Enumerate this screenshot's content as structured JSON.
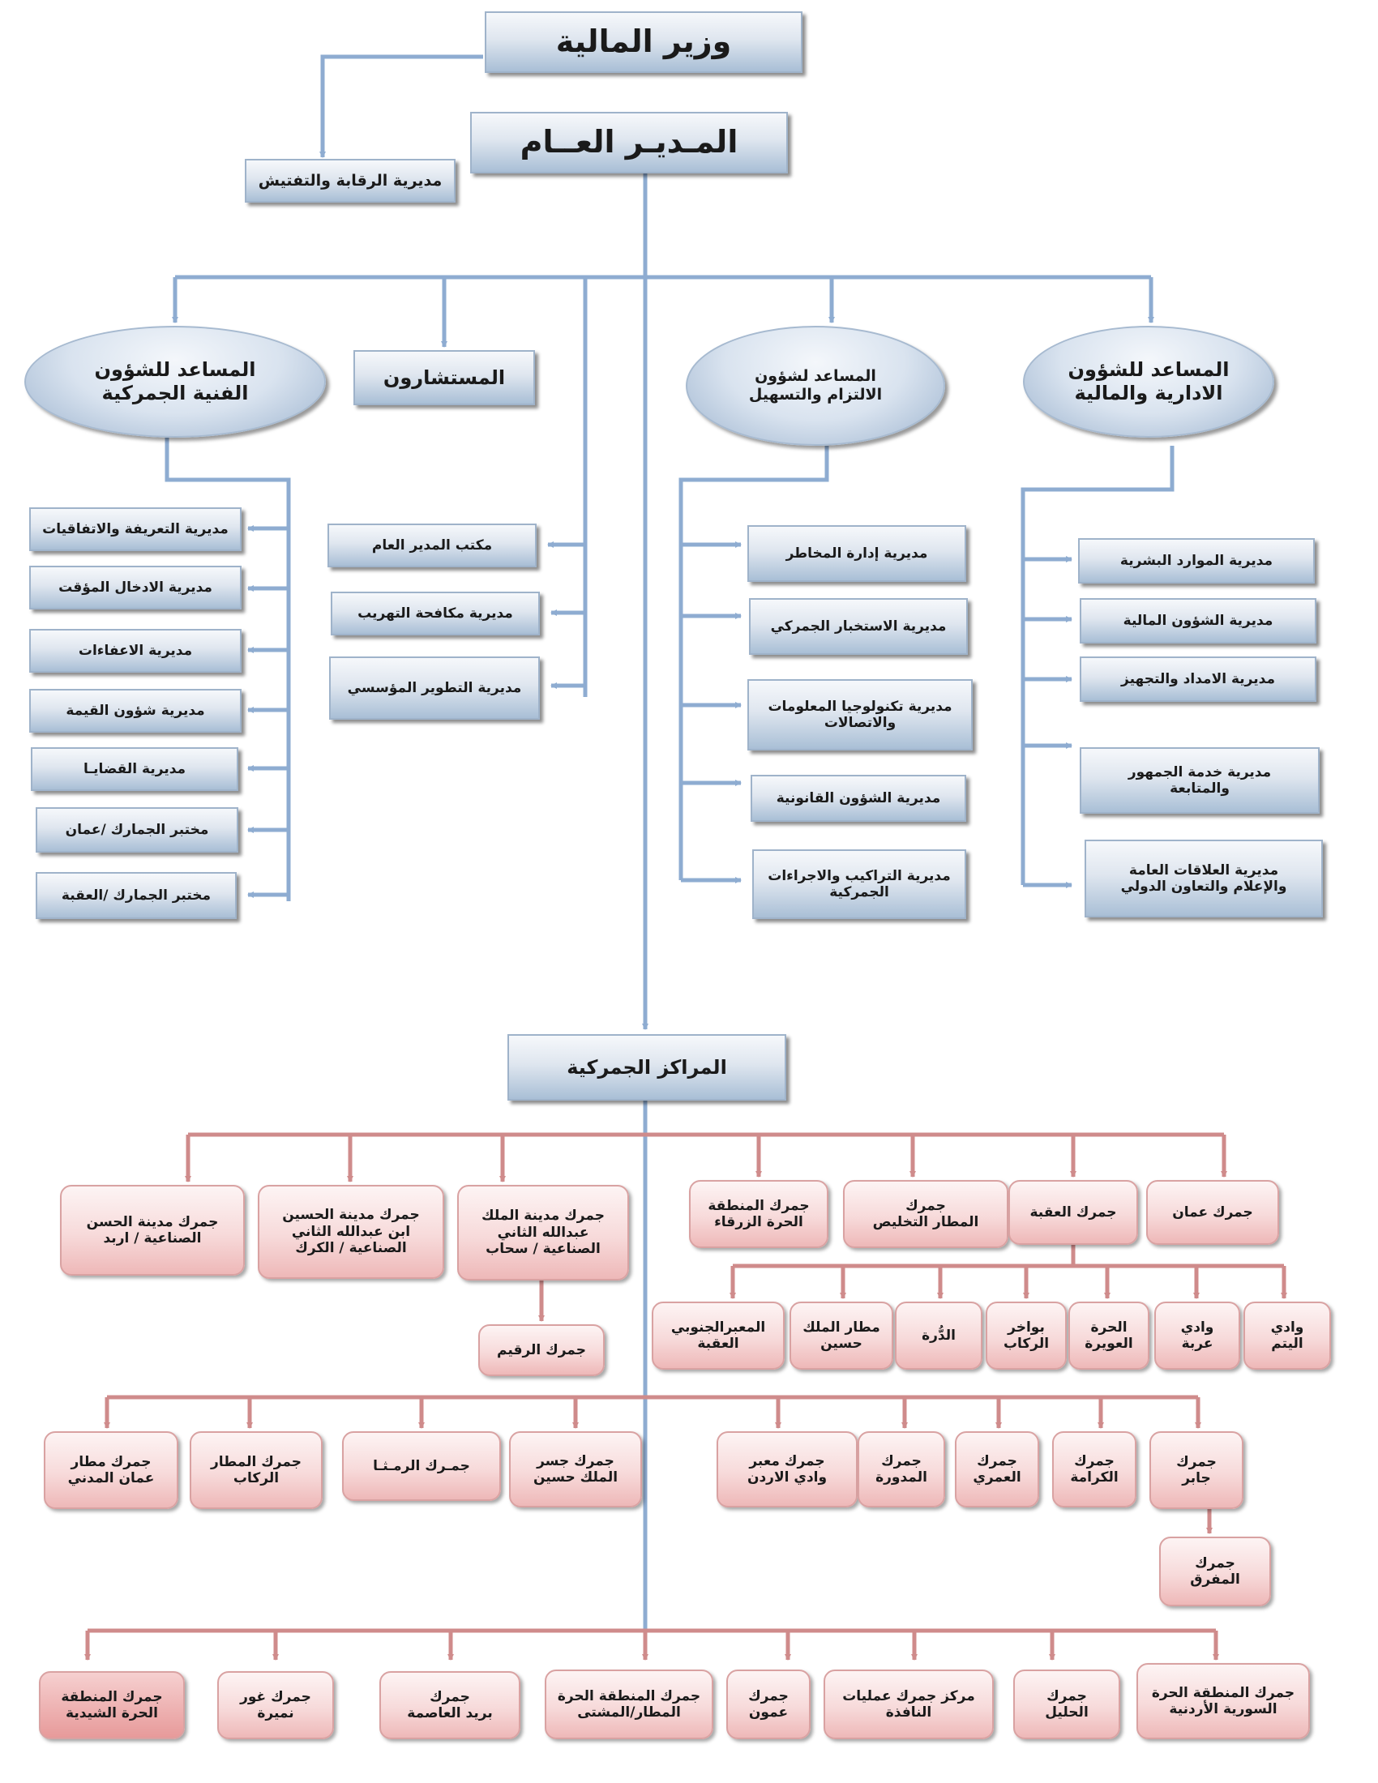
{
  "colors": {
    "blue_line": "#8eacd1",
    "red_line": "#cf8b8b",
    "blue_box": "#dfe6ef",
    "pink_box": "#f7dada"
  },
  "top": {
    "minister": "وزير المالية",
    "general_director": "المـديـر العــام",
    "inspection": "مديرية الرقابة والتفتيش"
  },
  "assistants": {
    "technical": "المساعد للشؤون\nالفنية الجمركية",
    "advisors": "المستشارون",
    "compliance": "المساعد لشؤون\nالالتزام والتسهيل",
    "admin": "المساعد للشؤون\nالادارية والمالية"
  },
  "directorates": {
    "technical": [
      "مديرية التعريفة والاتفاقيات",
      "مديرية الادخال المؤقت",
      "مديرية الاعفاءات",
      "مديرية شؤون القيمة",
      "مديرية القضايـا",
      "مختبر الجمارك /عمان",
      "مختبر الجمارك /العقبة"
    ],
    "advisors": [
      "مكتب المدير العام",
      "مديرية مكافحة التهريب",
      "مديرية التطوير المؤسسي"
    ],
    "compliance": [
      "مديرية إدارة المخاطر",
      "مديرية الاستخبار الجمركي",
      "مديرية تكنولوجيا المعلومات\nوالاتصالات",
      "مديرية الشؤون القانونية",
      "مديرية التراكيب والاجراءات\nالجمركية"
    ],
    "admin": [
      "مديرية الموارد البشرية",
      "مديرية الشؤون المالية",
      "مديرية الامداد والتجهيز",
      "مديرية خدمة الجمهور\nوالمتابعة",
      "مديرية العلاقات العامة\nوالإعلام والتعاون الدولي"
    ]
  },
  "centers": {
    "title": "المراكز الجمركية",
    "row1": [
      "جمرك مدينة الحسن\nالصناعية / اربد",
      "جمرك مدينة الحسين\nابن عبدالله الثاني\nالصناعية / الكرك",
      "جمرك مدينة الملك\nعبدالله الثاني\nالصناعية / سحاب",
      "جمرك المنطقة\nالحرة الزرقاء",
      "جمرك\nالمطار التخليص",
      "جمرك العقبة",
      "جمرك عمان"
    ],
    "ruqaim": "جمرك الرقيم",
    "aqaba_subs": [
      "المعبرالجنوبي\nالعقبة",
      "مطار الملك\nحسين",
      "الدُّرة",
      "بواخر\nالركاب",
      "الحرة\nالعويرة",
      "وادي\nعربة",
      "وادي\nاليتم"
    ],
    "row2": [
      "جمرك مطار\nعمان المدني",
      "جمرك المطار\nالركاب",
      "جمـرك الرمـثـا",
      "جمرك جسر\nالملك حسين",
      "جمرك معبر\nوادي الاردن",
      "جمرك\nالمدورة",
      "جمرك\nالعمري",
      "جمرك\nالكرامة",
      "جمرك\nجابر"
    ],
    "mafraq": "جمرك\nالمفرق",
    "row3": [
      "جمرك المنطقة\nالحرة الشيدية",
      "جمرك غور\nنميرة",
      "جمرك\nبريد العاصمة",
      "جمرك المنطقة الحرة\nالمطار/المشتى",
      "جمرك\nعمون",
      "مركز جمرك عمليات\nالنافذة",
      "جمرك\nالحليل",
      "جمرك المنطقة الحرة\nالسورية الأردنية"
    ]
  }
}
